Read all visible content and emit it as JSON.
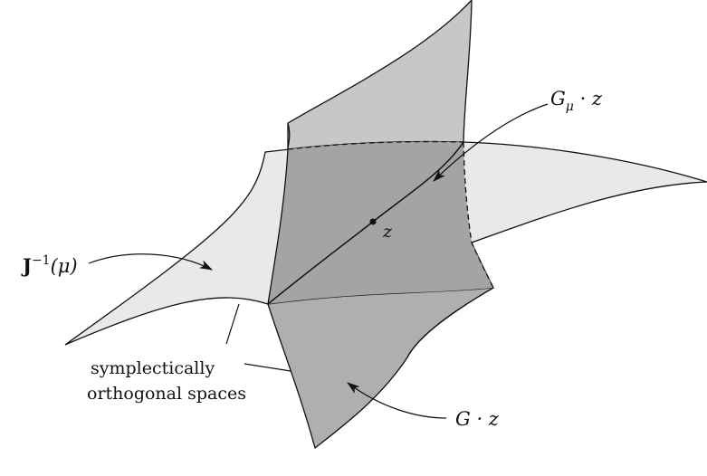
{
  "labels": {
    "momentum_level_set": {
      "symbol": "J",
      "exponent": "−1",
      "argument": "(μ)"
    },
    "isotropy_orbit": {
      "group": "G",
      "subscript": "μ",
      "op": " · ",
      "point": "z"
    },
    "group_orbit": {
      "text": "G · z"
    },
    "point": {
      "text": "z"
    },
    "orthogonal_spaces": {
      "line1": "symplectically",
      "line2": "orthogonal spaces"
    }
  },
  "colors": {
    "momentum_surface": "#e8e9e9",
    "orbit_sheet": "#c6c7c8",
    "orbit_sheet_lower": "#aeafb0",
    "overlap": "#a3a4a5",
    "stroke": "#111111"
  }
}
